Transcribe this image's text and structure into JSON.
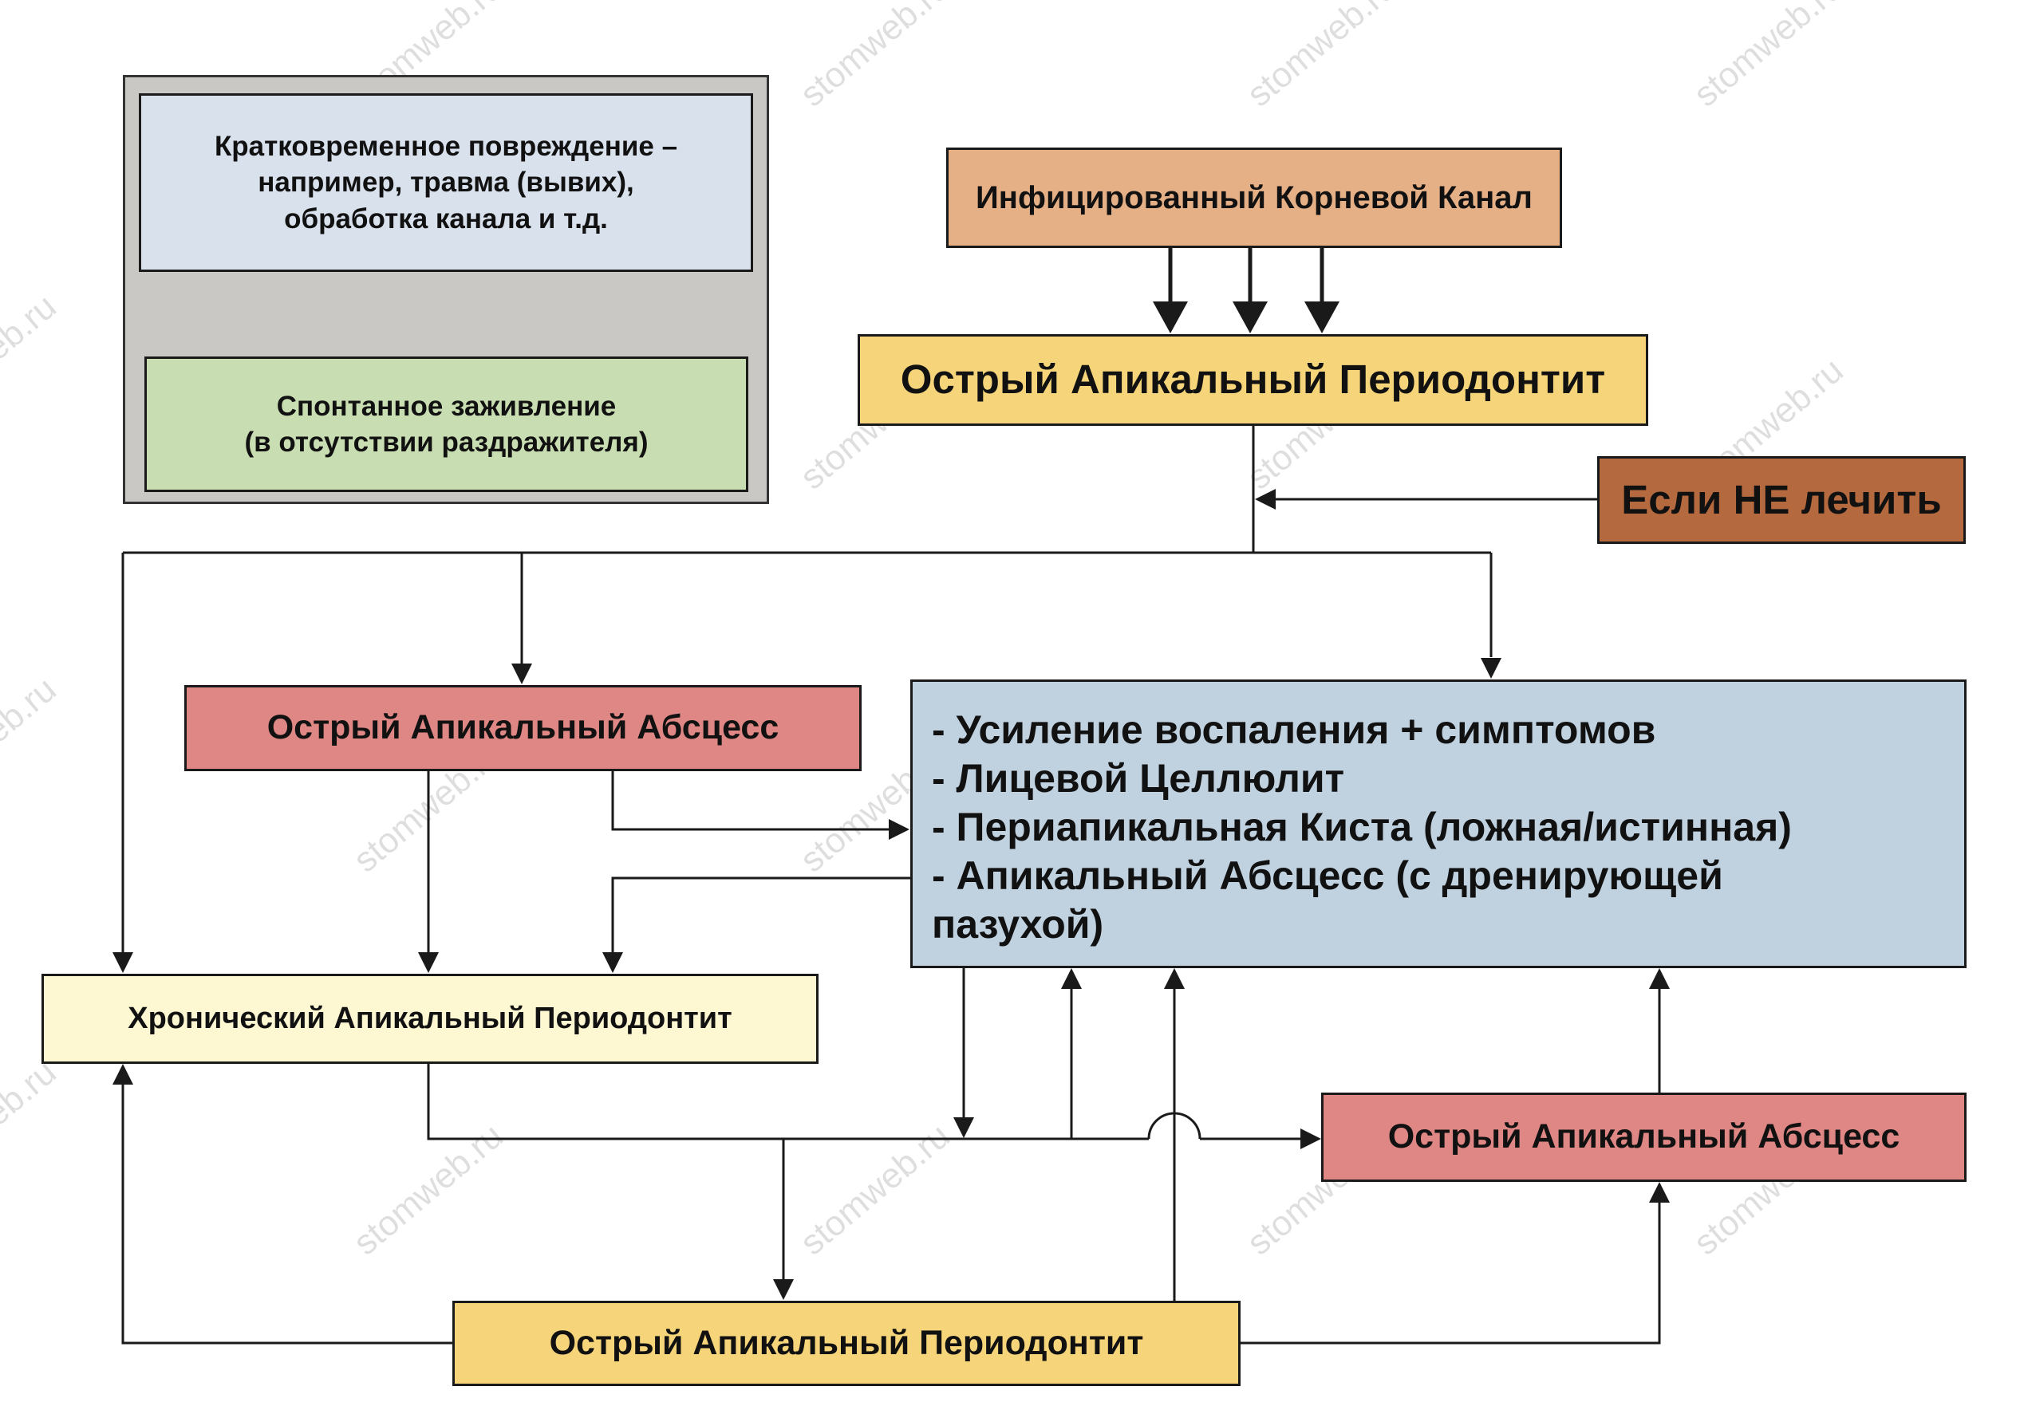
{
  "colors": {
    "grey_panel": "#c9c8c4",
    "light_blue": "#d9e1ed",
    "light_green": "#c8ddb1",
    "peach": "#e6b087",
    "yellow": "#f6d479",
    "brown": "#b5693e",
    "pink": "#de8784",
    "cream": "#fdf7d2",
    "steel_blue": "#c0d1e0",
    "line": "#1a1a1a"
  },
  "watermark": "stomweb.ru",
  "boxes": {
    "short_injury": [
      "Кратковременное повреждение –",
      "например, травма (вывих),",
      "обработка канала и т.д."
    ],
    "spontaneous_healing": [
      "Спонтанное заживление",
      "(в отсутствии раздражителя)"
    ],
    "infected_canal": "Инфицированный Корневой Канал",
    "acute_periodontitis_top": "Острый Апикальный Периодонтит",
    "if_not_treated": "Если НЕ лечить",
    "acute_abscess_left": "Острый Апикальный Абсцесс",
    "complications": [
      "-  Усиление воспаления + симптомов",
      "-  Лицевой Целлюлит",
      "-  Периапикальная Киста (ложная/истинная)",
      "-  Апикальный Абсцесс (с дренирующей",
      "пазухой)"
    ],
    "chronic_periodontitis": "Хронический Апикальный Периодонтит",
    "acute_abscess_right": "Острый Апикальный Абсцесс",
    "acute_periodontitis_bottom": "Острый Апикальный Периодонтит"
  }
}
